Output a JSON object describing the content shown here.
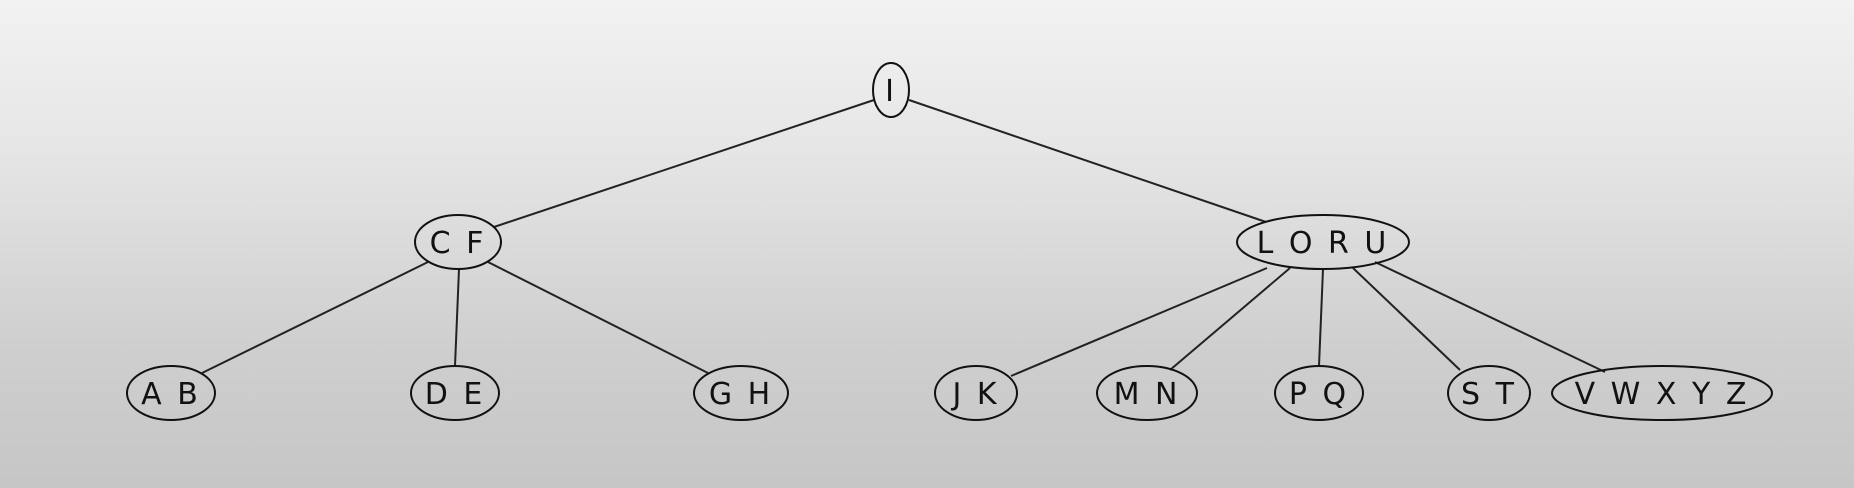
{
  "tree": {
    "nodes": [
      {
        "id": "root",
        "label": "I"
      },
      {
        "id": "cf",
        "label": "C F"
      },
      {
        "id": "loru",
        "label": "L O R U"
      },
      {
        "id": "ab",
        "label": "A B"
      },
      {
        "id": "de",
        "label": "D E"
      },
      {
        "id": "gh",
        "label": "G H"
      },
      {
        "id": "jk",
        "label": "J K"
      },
      {
        "id": "mn",
        "label": "M N"
      },
      {
        "id": "pq",
        "label": "P Q"
      },
      {
        "id": "st",
        "label": "S T"
      },
      {
        "id": "vwxyz",
        "label": "V W X Y Z"
      }
    ],
    "edges": [
      [
        "root",
        "cf"
      ],
      [
        "root",
        "loru"
      ],
      [
        "cf",
        "ab"
      ],
      [
        "cf",
        "de"
      ],
      [
        "cf",
        "gh"
      ],
      [
        "loru",
        "jk"
      ],
      [
        "loru",
        "mn"
      ],
      [
        "loru",
        "pq"
      ],
      [
        "loru",
        "st"
      ],
      [
        "loru",
        "vwxyz"
      ]
    ]
  }
}
